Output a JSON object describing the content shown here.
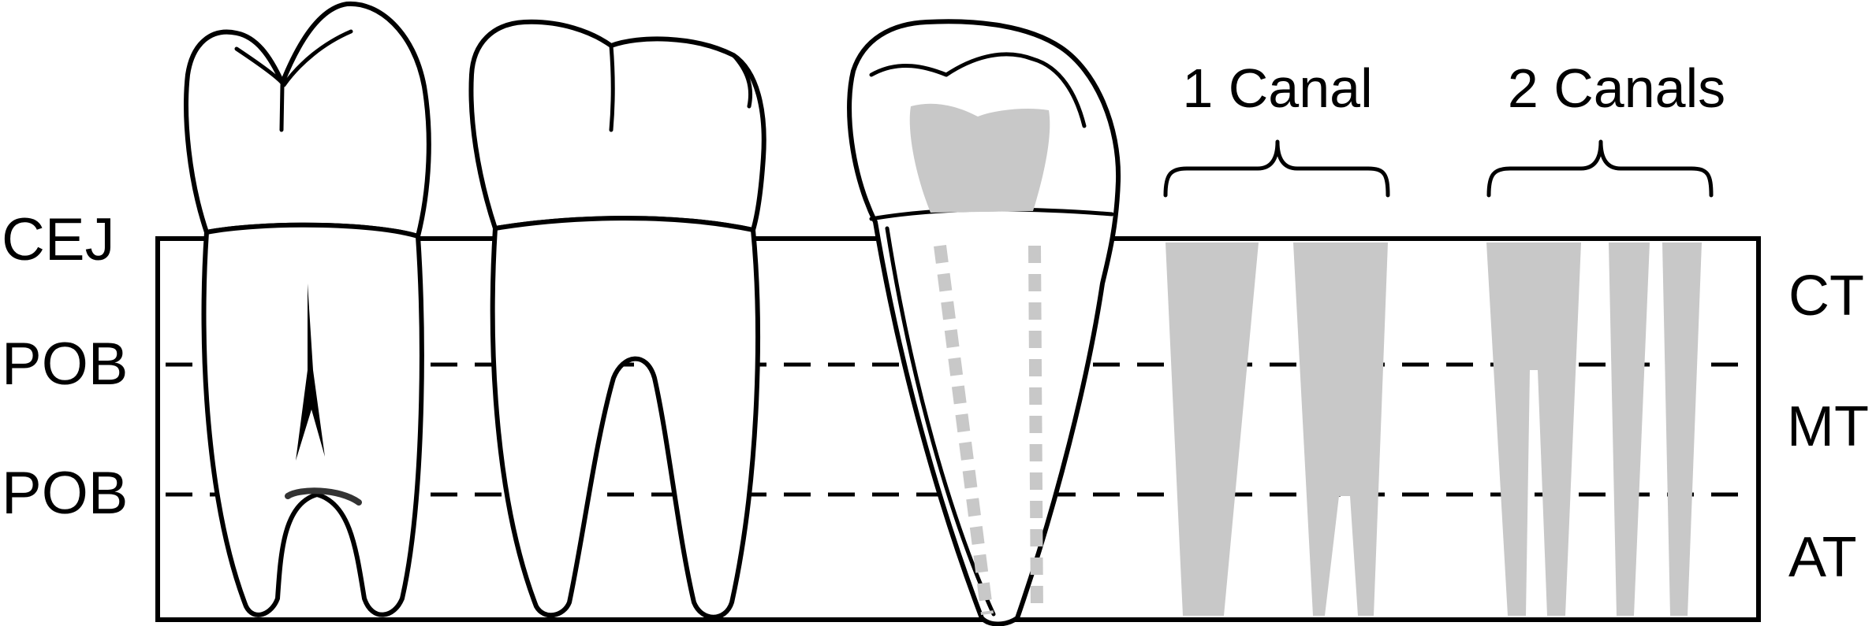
{
  "left_labels": {
    "cej": "CEJ",
    "pob_upper": "POB",
    "pob_lower": "POB"
  },
  "right_labels": {
    "ct": "CT",
    "mt": "MT",
    "at": "AT"
  },
  "headings": {
    "one_canal": "1 Canal",
    "two_canals": "2 Canals"
  },
  "colors": {
    "outline": "#000000",
    "canal_fill": "#c8c8c8",
    "background": "#ffffff"
  }
}
